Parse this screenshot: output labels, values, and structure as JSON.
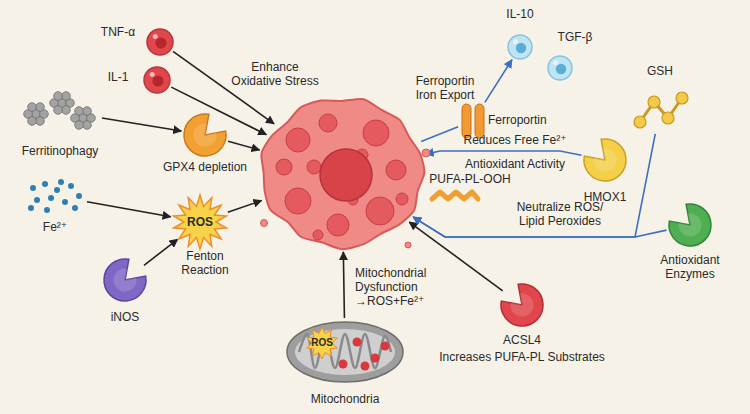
{
  "diagram": {
    "nodes": [
      {
        "text": [
          "TNF-α"
        ]
      },
      {
        "text": [
          "IL-1"
        ]
      },
      {
        "text": [
          "IL-10"
        ]
      },
      {
        "text": [
          "TGF-β"
        ]
      },
      {
        "text": [
          "Ferritinophagy"
        ]
      },
      {
        "text": [
          "GPX4 depletion"
        ]
      },
      {
        "text": [
          "PUFA-PL-OOH"
        ]
      },
      {
        "text": [
          "Ferroportin Iron Export",
          "Ferroportin"
        ]
      },
      {
        "text": [
          "HMOX1"
        ]
      },
      {
        "text": [
          "GSH"
        ]
      },
      {
        "text": [
          "Antioxidant Enzymes"
        ]
      },
      {
        "text": [
          "Fe²⁺"
        ]
      },
      {
        "text": [
          "ROS"
        ]
      },
      {
        "text": [
          "iNOS"
        ]
      },
      {
        "text": [
          "ROS",
          "Mitochondria"
        ]
      },
      {
        "text": [
          "ACSL4",
          "Increases PUFA-PL Substrates"
        ]
      }
    ],
    "edges": [
      {
        "from": 0,
        "to": 6,
        "arrow": "to",
        "label": "Enhance Oxidative Stress"
      },
      {
        "from": 1,
        "to": 6,
        "arrow": "to"
      },
      {
        "from": 4,
        "to": 5,
        "arrow": "to"
      },
      {
        "from": 5,
        "to": 6,
        "arrow": "to"
      },
      {
        "from": 11,
        "to": 12,
        "arrow": "to"
      },
      {
        "from": 13,
        "to": 12,
        "arrow": "to",
        "label": "Fenton Reaction"
      },
      {
        "from": 12,
        "to": 6,
        "arrow": "to"
      },
      {
        "from": 14,
        "to": 6,
        "arrow": "to",
        "label": "Mitochondrial Dysfunction →ROS+Fe²⁺"
      },
      {
        "from": 15,
        "to": 6,
        "arrow": "to"
      },
      {
        "from": 6,
        "to": 7,
        "arrow": "none"
      },
      {
        "from": 7,
        "to": 2,
        "arrow": "to"
      },
      {
        "from": 8,
        "to": 6,
        "arrow": "to",
        "label": "Reduces Free Fe²⁺ Antioxidant Activity"
      },
      {
        "from": 9,
        "to": 6,
        "arrow": "to"
      },
      {
        "from": 10,
        "to": 6,
        "arrow": "to",
        "label": "Neutralize ROS/ Lipid Peroxides"
      }
    ]
  }
}
